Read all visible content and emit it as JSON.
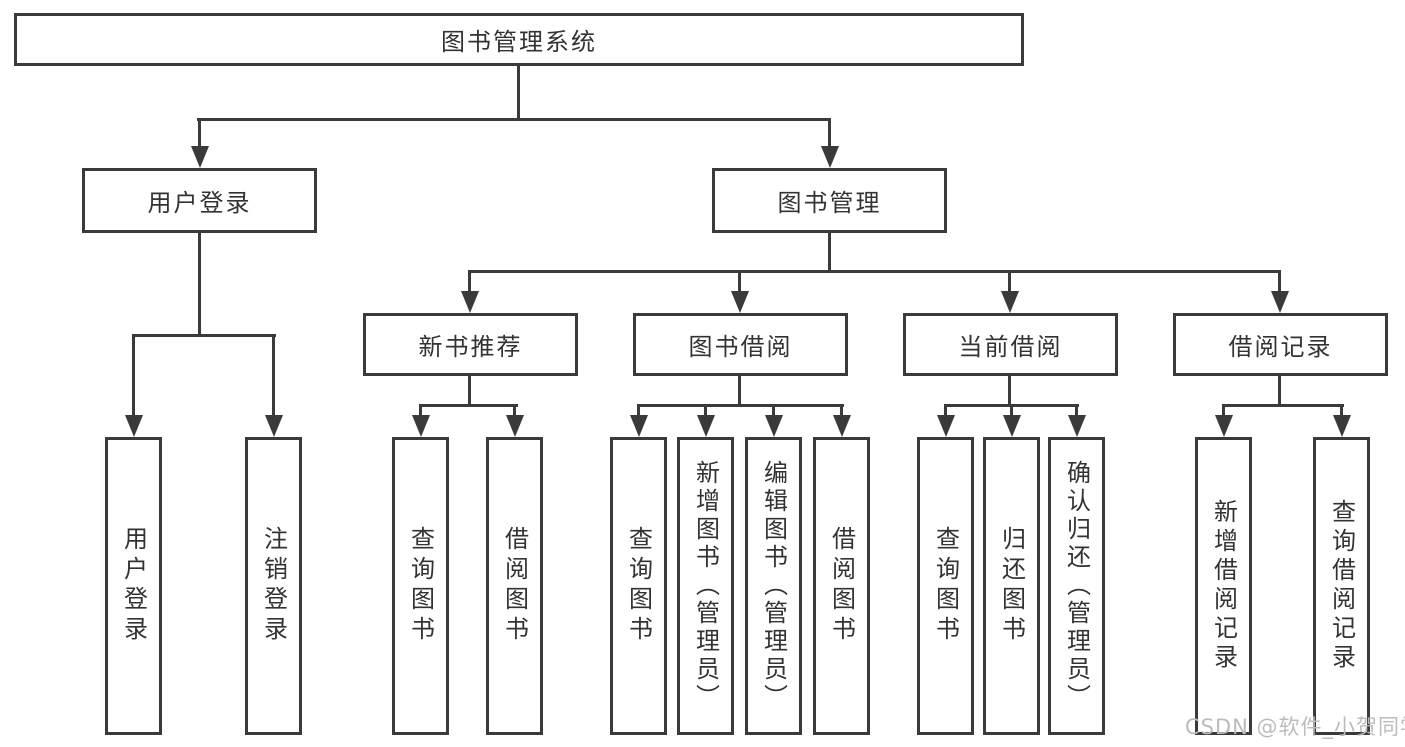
{
  "diagram": {
    "root": {
      "label": "图书管理系统"
    },
    "level2": [
      {
        "id": "user-login",
        "label": "用户登录"
      },
      {
        "id": "book-management",
        "label": "图书管理"
      }
    ],
    "level3": [
      {
        "id": "new-book-recommendation",
        "parent": "book-management",
        "label": "新书推荐"
      },
      {
        "id": "book-borrowing",
        "parent": "book-management",
        "label": "图书借阅"
      },
      {
        "id": "current-borrowing",
        "parent": "book-management",
        "label": "当前借阅"
      },
      {
        "id": "borrowing-records",
        "parent": "book-management",
        "label": "借阅记录"
      }
    ],
    "leaves": [
      {
        "parent": "user-login",
        "label": "用户登录"
      },
      {
        "parent": "user-login",
        "label": "注销登录"
      },
      {
        "parent": "new-book-recommendation",
        "label": "查询图书"
      },
      {
        "parent": "new-book-recommendation",
        "label": "借阅图书"
      },
      {
        "parent": "book-borrowing",
        "label": "查询图书"
      },
      {
        "parent": "book-borrowing",
        "label": "新增图书（管理员）"
      },
      {
        "parent": "book-borrowing",
        "label": "编辑图书（管理员）"
      },
      {
        "parent": "book-borrowing",
        "label": "借阅图书"
      },
      {
        "parent": "current-borrowing",
        "label": "查询图书"
      },
      {
        "parent": "current-borrowing",
        "label": "归还图书"
      },
      {
        "parent": "current-borrowing",
        "label": "确认归还（管理员）"
      },
      {
        "parent": "borrowing-records",
        "label": "新增借阅记录"
      },
      {
        "parent": "borrowing-records",
        "label": "查询借阅记录"
      }
    ],
    "watermark": {
      "text": "CSDN @软件_小贺同学"
    },
    "colors": {
      "line": "#3a3a3a",
      "text": "#333333",
      "watermark": "#bcbcbc",
      "background": "#ffffff"
    }
  }
}
